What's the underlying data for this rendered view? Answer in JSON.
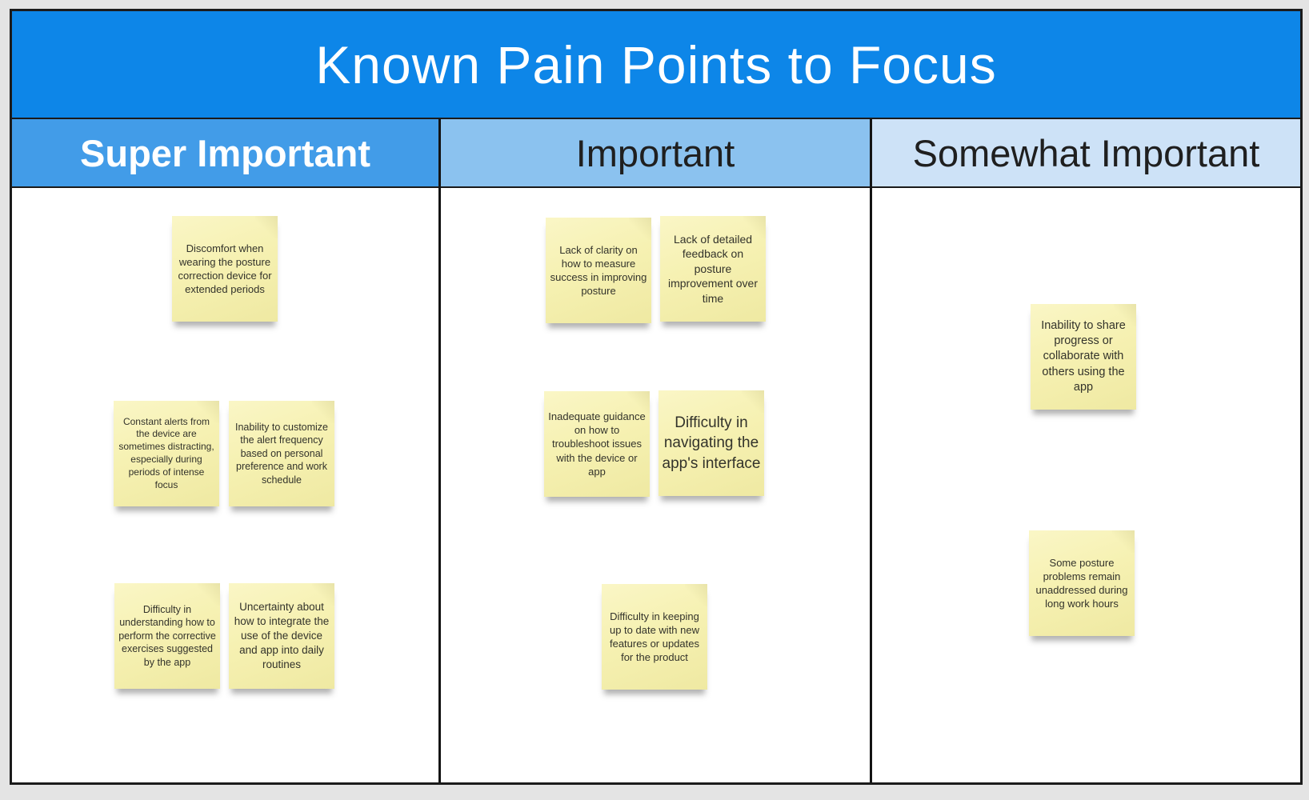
{
  "title": "Known Pain Points to Focus",
  "colors": {
    "page_background": "#e4e4e4",
    "board_border": "#1b1b1b",
    "title_bar_blue": "#0d86e8",
    "title_text": "#ffffff",
    "header_super_important_bg": "#429ce8",
    "header_important_bg": "#8bc2ef",
    "header_somewhat_important_bg": "#cde2f7",
    "header_dark_text": "#1f1f1f",
    "sticky_note_yellow": "#f6f1b2",
    "sticky_note_text": "#33332b"
  },
  "columns": [
    {
      "label": "Super Important",
      "notes": [
        {
          "text": "Discomfort when wearing the posture correction device for extended periods"
        },
        {
          "text": "Constant alerts from the device are sometimes distracting, especially during periods of intense focus"
        },
        {
          "text": "Inability to customize the alert frequency based on personal preference and work schedule"
        },
        {
          "text": "Difficulty in understanding how to perform the corrective exercises suggested by the app"
        },
        {
          "text": "Uncertainty about how to integrate the use of the device and app into daily routines"
        }
      ]
    },
    {
      "label": "Important",
      "notes": [
        {
          "text": "Lack of clarity on how to measure success in improving posture"
        },
        {
          "text": "Lack of detailed feedback on posture improvement over time"
        },
        {
          "text": "Inadequate guidance on how to troubleshoot issues with the device or app"
        },
        {
          "text": "Difficulty in navigating the app's interface"
        },
        {
          "text": "Difficulty in keeping up to date with new features or updates for the product"
        }
      ]
    },
    {
      "label": "Somewhat Important",
      "notes": [
        {
          "text": "Inability to share progress or collaborate with others using the app"
        },
        {
          "text": "Some posture problems remain unaddressed during long work hours"
        }
      ]
    }
  ]
}
